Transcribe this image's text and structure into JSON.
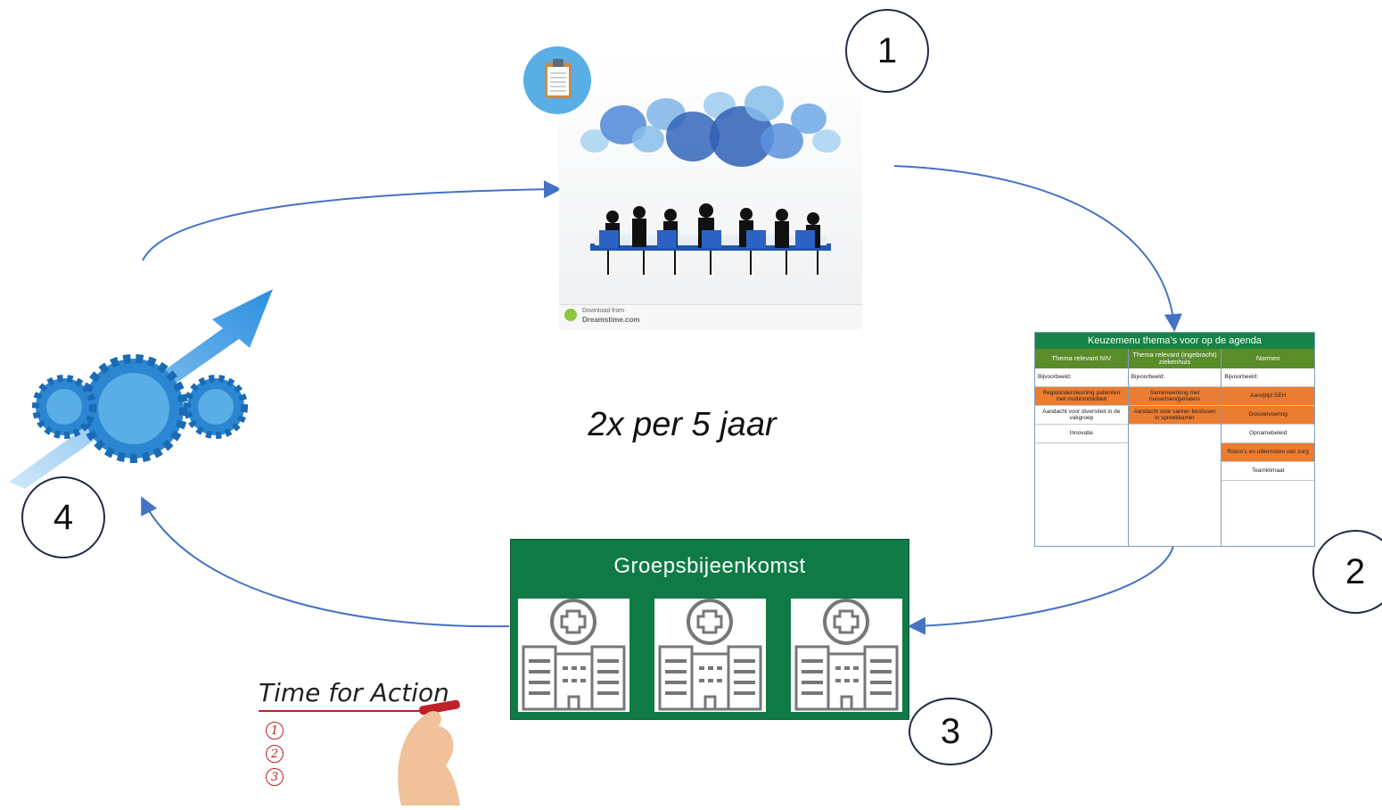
{
  "steps": {
    "s1": "1",
    "s2": "2",
    "s3": "3",
    "s4": "4"
  },
  "frequency": "2x per 5 jaar",
  "meeting_image": {
    "watermark_line1": "Download from",
    "watermark_line2": "Dreamstime.com"
  },
  "agenda": {
    "title": "Keuzemenu thema’s voor op de agenda",
    "columns": [
      {
        "header": "Thema relevant NIV",
        "lead": "Bijvoorbeeld:",
        "items": [
          {
            "text": "Regioondersteuning patiënten met multimorbiditeit",
            "highlight": true
          },
          {
            "text": "Aandacht voor diversiteit in de vakgroep",
            "highlight": false
          },
          {
            "text": "Innovatie",
            "highlight": false
          }
        ]
      },
      {
        "header": "Thema relevant (ingebracht) ziekenhuis",
        "lead": "Bijvoorbeeld:",
        "items": [
          {
            "text": "Samenwerking met huisartsen/geriaters",
            "highlight": true
          },
          {
            "text": "Aandacht voor samen beslissen in spreekkamer",
            "highlight": true
          }
        ]
      },
      {
        "header": "Normen",
        "lead": "Bijvoorbeeld:",
        "items": [
          {
            "text": "Aanrijtijd SEH",
            "highlight": true
          },
          {
            "text": "Dossiervoering",
            "highlight": true
          },
          {
            "text": "Opnamebeleid",
            "highlight": false
          },
          {
            "text": "Risico’s en uitkomsten van zorg",
            "highlight": true
          },
          {
            "text": "Teamklimaat",
            "highlight": false
          }
        ]
      }
    ]
  },
  "group_meeting": {
    "label": "Groepsbijeenkomst"
  },
  "action": {
    "title": "Time for Action",
    "numbers": [
      "1",
      "2",
      "3"
    ]
  },
  "colors": {
    "green": "#0f7a45",
    "orange": "#ec7c30",
    "arrow": "#4472c4",
    "gear": "#5aaee6"
  },
  "icons": [
    "clipboard-icon",
    "hospital-icon",
    "gears-growth-icon",
    "hand-marker-icon"
  ]
}
